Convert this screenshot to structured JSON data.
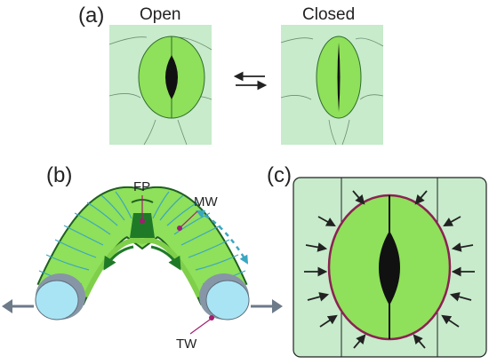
{
  "panels": {
    "a": {
      "label": "(a)",
      "open_label": "Open",
      "closed_label": "Closed"
    },
    "b": {
      "label": "(b)",
      "fp_label": "FP",
      "mw_label": "MW",
      "tw_label": "TW"
    },
    "c": {
      "label": "(c)"
    }
  },
  "colors": {
    "epidermis": "#c7ebcb",
    "guard_cell": "#8fe05a",
    "guard_cell_dark": "#1f7a28",
    "pore": "#111111",
    "tube_light": "#a9e4f4",
    "tube_grey": "#8796a6",
    "rim": "#8b2252",
    "microfibril": "#3aa7c0",
    "label_pointer": "#a01f70",
    "pressure_arrow": "#6c7a89"
  },
  "icons": [
    "arrow-left-icon",
    "arrow-right-icon",
    "pressure-arrow-icon"
  ]
}
